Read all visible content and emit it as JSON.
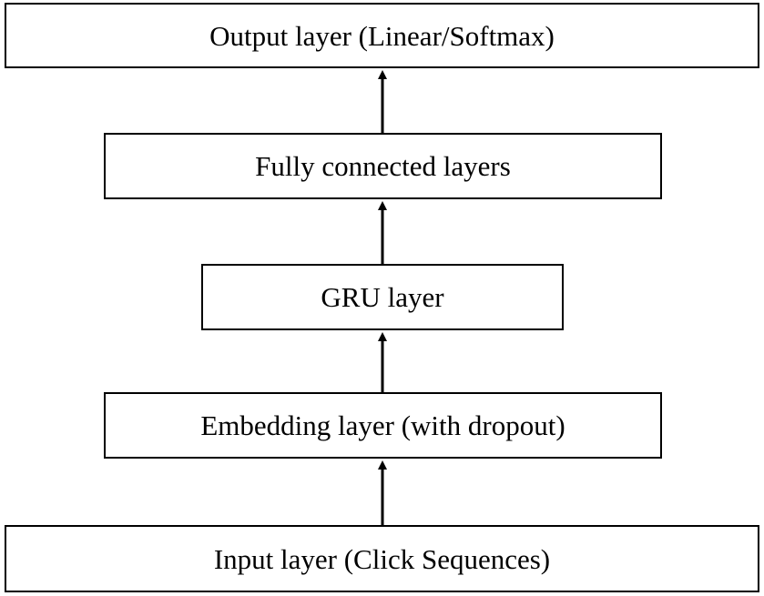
{
  "layers": {
    "output": "Output layer (Linear/Softmax)",
    "fully_connected": "Fully connected layers",
    "gru": "GRU layer",
    "embedding": "Embedding layer (with dropout)",
    "input": "Input layer (Click Sequences)"
  },
  "colors": {
    "stroke": "#000000",
    "background": "#ffffff"
  }
}
